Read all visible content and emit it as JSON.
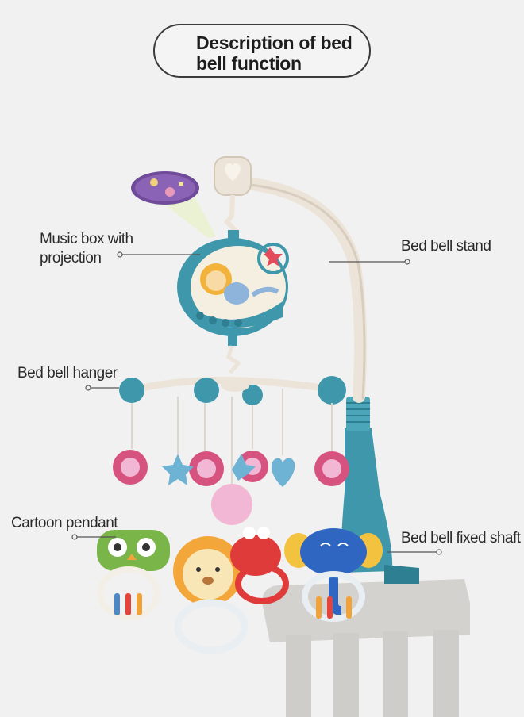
{
  "title": "Description of bed bell function",
  "labels": {
    "music_box": [
      "Music box with",
      "projection"
    ],
    "stand": "Bed bell stand",
    "hanger": "Bed bell hanger",
    "pendant": "Cartoon pendant",
    "shaft": "Bed bell fixed shaft"
  },
  "colors": {
    "teal": "#3f97ab",
    "arm": "#ece4d8",
    "flower": "#d6537f",
    "pink_ball": "#f2b7d4",
    "crib": "#c9c7c4"
  }
}
